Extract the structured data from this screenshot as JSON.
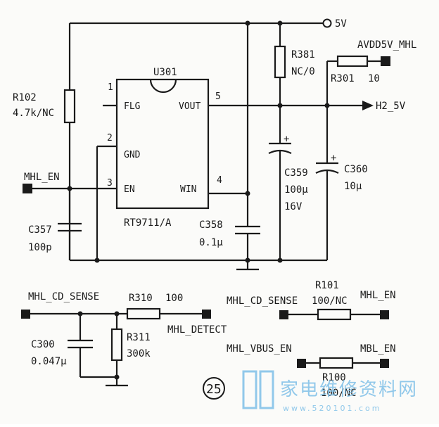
{
  "colors": {
    "ink": "#1a1a1a",
    "paper": "#fbfbf9",
    "watermark": "#7fc0e8"
  },
  "rails": {
    "supply": "5V",
    "avdd": "AVDD5V_MHL",
    "h2": "H2_5V"
  },
  "ic": {
    "ref": "U301",
    "part": "RT9711/A",
    "pins": {
      "flg": {
        "num": "1",
        "name": "FLG"
      },
      "gnd": {
        "num": "2",
        "name": "GND"
      },
      "en": {
        "num": "3",
        "name": "EN"
      },
      "vout": {
        "num": "5",
        "name": "VOUT"
      },
      "win": {
        "num": "4",
        "name": "WIN"
      }
    }
  },
  "parts": {
    "r102": {
      "ref": "R102",
      "value": "4.7k/NC"
    },
    "c357": {
      "ref": "C357",
      "value": "100p"
    },
    "c358": {
      "ref": "C358",
      "value": "0.1μ"
    },
    "r381": {
      "ref": "R381",
      "value": "NC/0"
    },
    "c359": {
      "ref": "C359",
      "value": "100μ",
      "rating": "16V"
    },
    "c360": {
      "ref": "C360",
      "value": "10μ"
    },
    "r301": {
      "ref": "R301",
      "value": "10"
    },
    "r310": {
      "ref": "R310",
      "value": "100"
    },
    "r311": {
      "ref": "R311",
      "value": "300k"
    },
    "c300": {
      "ref": "C300",
      "value": "0.047μ"
    },
    "r101": {
      "ref": "R101",
      "value": "100/NC"
    },
    "r100": {
      "ref": "R100",
      "value": "100/NC"
    }
  },
  "nets": {
    "mhl_en": "MHL_EN",
    "cd_sense": "MHL_CD_SENSE",
    "cd_sense_2": "MHL_CD_SENSE",
    "detect": "MHL_DETECT",
    "mhl_en_2": "MHL_EN",
    "vbus_en": "MHL_VBUS_EN",
    "mbl_en": "MBL_EN"
  },
  "figure_number": "25",
  "watermark": {
    "name": "家电维修资料网",
    "url": "www.520101.com"
  },
  "polarity_mark": "+"
}
